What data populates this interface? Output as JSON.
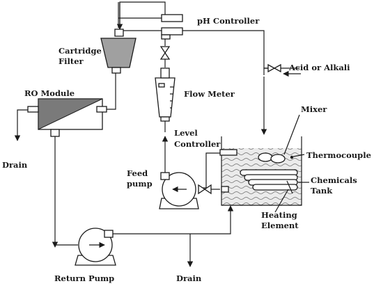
{
  "labels": {
    "ph_controller": "pH Controller",
    "cartridge_filter_line1": "Cartridge",
    "cartridge_filter_line2": "Filter",
    "acid_or_alkali": "Acid or Alkali",
    "ro_module": "RO Module",
    "flow_meter": "Flow Meter",
    "mixer": "Mixer",
    "drain_left": "Drain",
    "level_controller_line1": "Level",
    "level_controller_line2": "Controller",
    "thermocouple": "Thermocouple",
    "feed_pump_line1": "Feed",
    "feed_pump_line2": "pump",
    "chemicals_tank_line1": "Chemicals",
    "chemicals_tank_line2": "Tank",
    "heating_element_line1": "Heating",
    "heating_element_line2": "Element",
    "return_pump": "Return Pump",
    "drain_bottom": "Drain"
  },
  "colors": {
    "line": "#1a1a1a",
    "filter_fill": "#a0a0a0",
    "membrane_fill": "#7a7a7a",
    "liquid_fill": "#e6e6e6"
  }
}
